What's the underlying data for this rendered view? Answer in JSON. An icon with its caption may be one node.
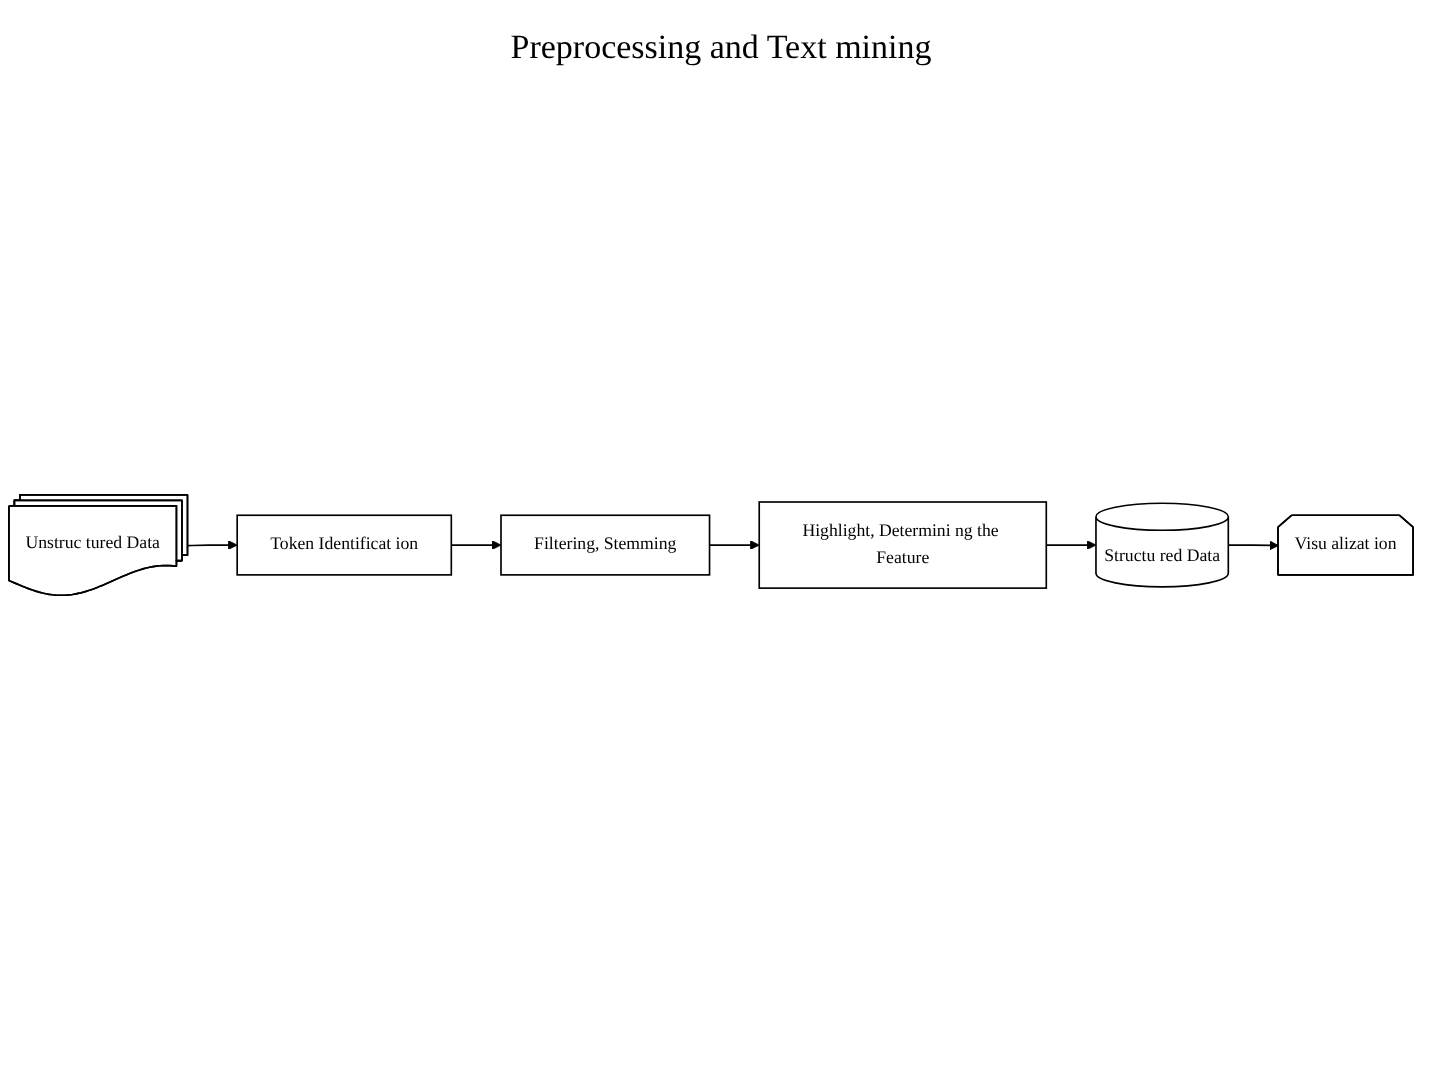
{
  "diagram": {
    "nodes": [
      {
        "text": [
          "Unstruc tured Data"
        ]
      },
      {
        "text": [
          "Token Identificat ion"
        ]
      },
      {
        "text": [
          "Filtering, Stemming"
        ]
      },
      {
        "text": [
          "Highlight, Determini ng the Feature"
        ]
      },
      {
        "text": [
          "Structu red Data"
        ]
      },
      {
        "text": [
          "Visu alizat ion"
        ]
      }
    ],
    "edges": [
      {
        "from": 0,
        "to": 1,
        "arrow": "to"
      },
      {
        "from": 1,
        "to": 2,
        "arrow": "to"
      },
      {
        "from": 2,
        "to": 3,
        "arrow": "to"
      },
      {
        "from": 3,
        "to": 4,
        "arrow": "to"
      },
      {
        "from": 4,
        "to": 5,
        "arrow": "to"
      }
    ],
    "labels": [
      "Preprocessing and Text mining"
    ]
  }
}
